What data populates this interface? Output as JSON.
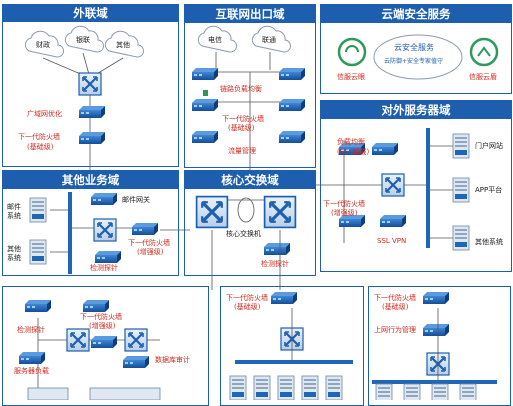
{
  "zones": {
    "extranet": {
      "title": "外联域"
    },
    "internet_exit": {
      "title": "互联网出口域"
    },
    "cloud_security": {
      "title": "云端安全服务"
    },
    "external_service": {
      "title": "对外服务器域"
    },
    "other_business": {
      "title": "其他业务域"
    },
    "core_switch": {
      "title": "核心交换域"
    }
  },
  "extranet": {
    "clouds": [
      "财政",
      "银联",
      "其他"
    ],
    "wan_opt": "广域网优化",
    "fw_line1": "下一代防火墙",
    "fw_line2": "(基础级)"
  },
  "internet_exit": {
    "clouds": [
      "电信",
      "联通"
    ],
    "lb": "链路负载均衡",
    "fw_line1": "下一代防火墙",
    "fw_line2": "(基础级)",
    "flow": "流量管理"
  },
  "cloud_security": {
    "cloud_title": "云安全服务",
    "cloud_sub": "云防御+安全专家值守",
    "left_brand": "信服云眼",
    "right_brand": "信服云盾"
  },
  "external_service": {
    "lb_line1": "负载均衡",
    "lb_line2": "(SSL卸载)",
    "fw_line1": "下一代防火墙",
    "fw_line2": "(增强级)",
    "ssl": "SSL VPN",
    "servers": [
      "门户网站",
      "APP平台",
      "其他系统"
    ]
  },
  "other_business": {
    "mail": "邮件",
    "mail2": "系统",
    "other": "其他",
    "other2": "系统",
    "gateway": "邮件网关",
    "fw_line1": "下一代防火墙",
    "fw_line2": "(增强级)",
    "probe": "检测探针"
  },
  "core": {
    "switch": "核心交换机",
    "probe": "检测探针"
  },
  "bottom_left": {
    "probe": "检测探针",
    "fw_line1": "下一代防火墙",
    "fw_line2": "(增强级)",
    "lb": "服务器负载",
    "db_audit": "数据库审计"
  },
  "bottom_mid": {
    "fw_line1": "下一代防火墙",
    "fw_line2": "(基础级)"
  },
  "bottom_right": {
    "fw_line1": "下一代防火墙",
    "fw_line2": "(基础级)",
    "audit": "上网行为管理"
  },
  "colors": {
    "zone_blue": "#1d5fae",
    "label_red": "#d2281e",
    "device_blue": "#1f66b8",
    "cloud_stroke": "#8a9bb0",
    "brand_green": "#2e9a5a"
  }
}
